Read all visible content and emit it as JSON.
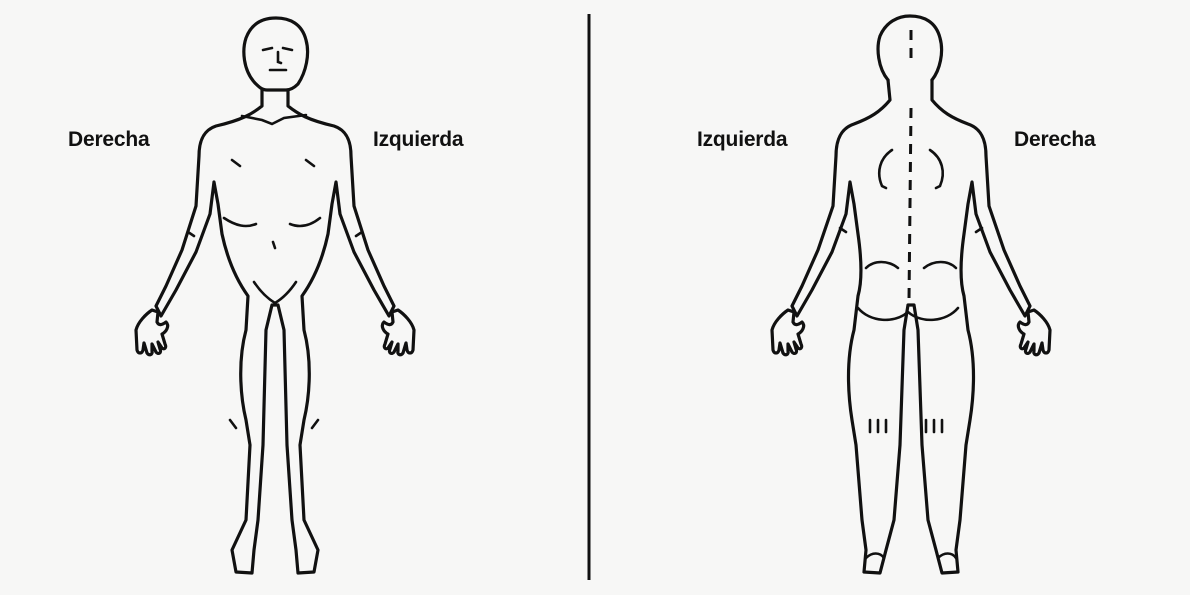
{
  "front_view": {
    "right_side_label": "Derecha",
    "left_side_label": "Izquierda"
  },
  "back_view": {
    "left_side_label": "Izquierda",
    "right_side_label": "Derecha"
  },
  "colors": {
    "background": "#f7f7f6",
    "ink": "#111111"
  }
}
